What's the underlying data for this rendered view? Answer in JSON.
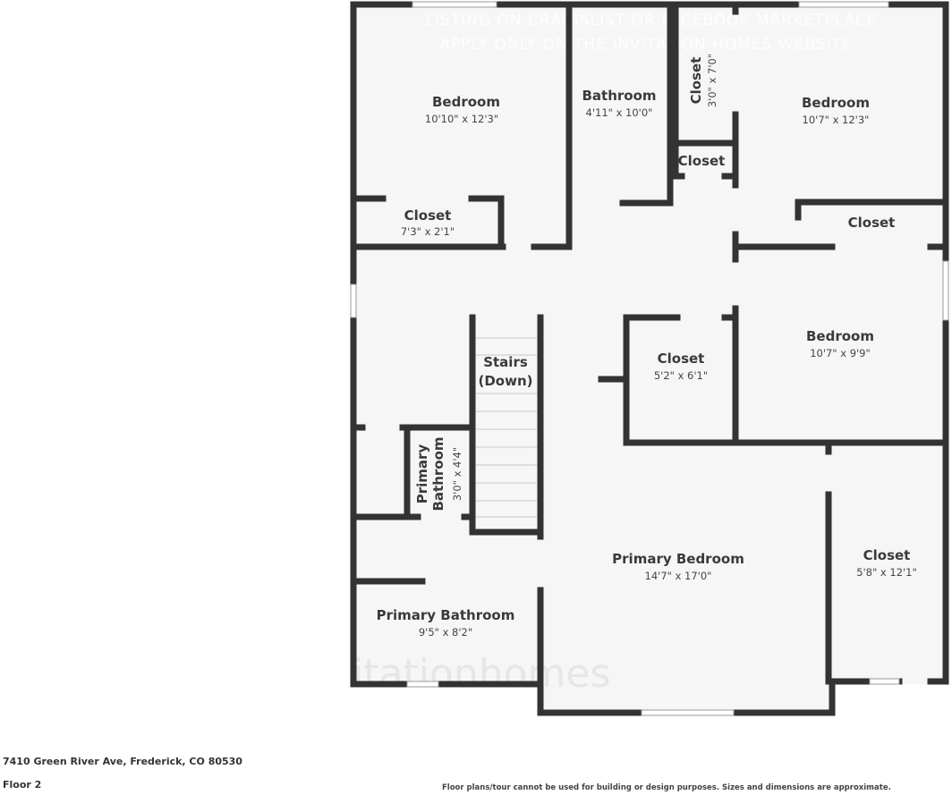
{
  "watermark": {
    "line1": "LISTING ON CRAIGSLIST OR FACEBOOK MARKETPLACE",
    "line2": "APPLY ONLY ON THE INVITATION HOMES WEBSITE",
    "logo": "itationhomes"
  },
  "rooms": {
    "bedroom_nw": {
      "name": "Bedroom",
      "dim": "10'10\" x 12'3\""
    },
    "bathroom_n": {
      "name": "Bathroom",
      "dim": "4'11\" x 10'0\""
    },
    "closet_n": {
      "name": "Closet",
      "dim": "3'0\" x 7'0\""
    },
    "bedroom_ne": {
      "name": "Bedroom",
      "dim": "10'7\" x 12'3\""
    },
    "closet_small": {
      "name": "Closet"
    },
    "closet_nw": {
      "name": "Closet",
      "dim": "7'3\" x 2'1\""
    },
    "closet_ne": {
      "name": "Closet"
    },
    "bedroom_e": {
      "name": "Bedroom",
      "dim": "10'7\" x 9'9\""
    },
    "stairs": {
      "line1": "Stairs",
      "line2": "(Down)"
    },
    "closet_mid": {
      "name": "Closet",
      "dim": "5'2\" x 6'1\""
    },
    "primary_bath_small": {
      "line1": "Primary",
      "line2": "Bathroom",
      "dim": "3'0\" x 4'4\""
    },
    "primary_bedroom": {
      "name": "Primary Bedroom",
      "dim": "14'7\" x 17'0\""
    },
    "closet_se": {
      "name": "Closet",
      "dim": "5'8\" x 12'1\""
    },
    "primary_bathroom": {
      "name": "Primary Bathroom",
      "dim": "9'5\" x 8'2\""
    }
  },
  "footer": {
    "address": "7410 Green River Ave, Frederick, CO 80530",
    "floor": "Floor 2",
    "disclaimer": "Floor plans/tour cannot be used for building or design purposes. Sizes and dimensions are approximate."
  }
}
